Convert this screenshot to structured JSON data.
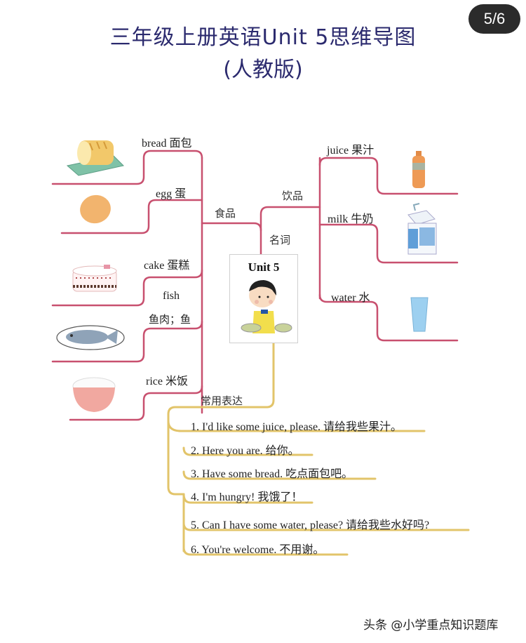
{
  "header": {
    "title_line1": "三年级上册英语Unit 5思维导图",
    "title_line2": "(人教版)",
    "page_indicator": "5/6"
  },
  "colors": {
    "title": "#2b2a6e",
    "noun_branch": "#c8506f",
    "expression_branch": "#e2c46a"
  },
  "center": {
    "title": "Unit 5",
    "image": "boy-eating-icon"
  },
  "branches": {
    "nouns_label": "名词",
    "food": {
      "label": "食品",
      "items": [
        {
          "word": "bread 面包",
          "icon": "bread-icon"
        },
        {
          "word": "egg 蛋",
          "icon": "egg-icon"
        },
        {
          "word": "cake 蛋糕",
          "icon": "cake-icon"
        },
        {
          "word": "fish",
          "word_cn": "鱼肉；鱼",
          "icon": "fish-icon"
        },
        {
          "word": "rice 米饭",
          "icon": "rice-bowl-icon"
        }
      ]
    },
    "drinks": {
      "label": "饮品",
      "items": [
        {
          "word": "juice 果汁",
          "icon": "juice-bottle-icon"
        },
        {
          "word": "milk 牛奶",
          "icon": "milk-carton-icon"
        },
        {
          "word": "water 水",
          "icon": "water-glass-icon"
        }
      ]
    },
    "expressions": {
      "label": "常用表达",
      "items": [
        "1. I'd like some juice, please. 请给我些果汁。",
        "2. Here you are. 给你。",
        "3. Have some bread. 吃点面包吧。",
        "4. I'm hungry! 我饿了！",
        "5. Can I have some water, please?  请给我些水好吗?",
        "6. You're welcome. 不用谢。"
      ]
    }
  },
  "watermark": "头条 @小学重点知识题库"
}
